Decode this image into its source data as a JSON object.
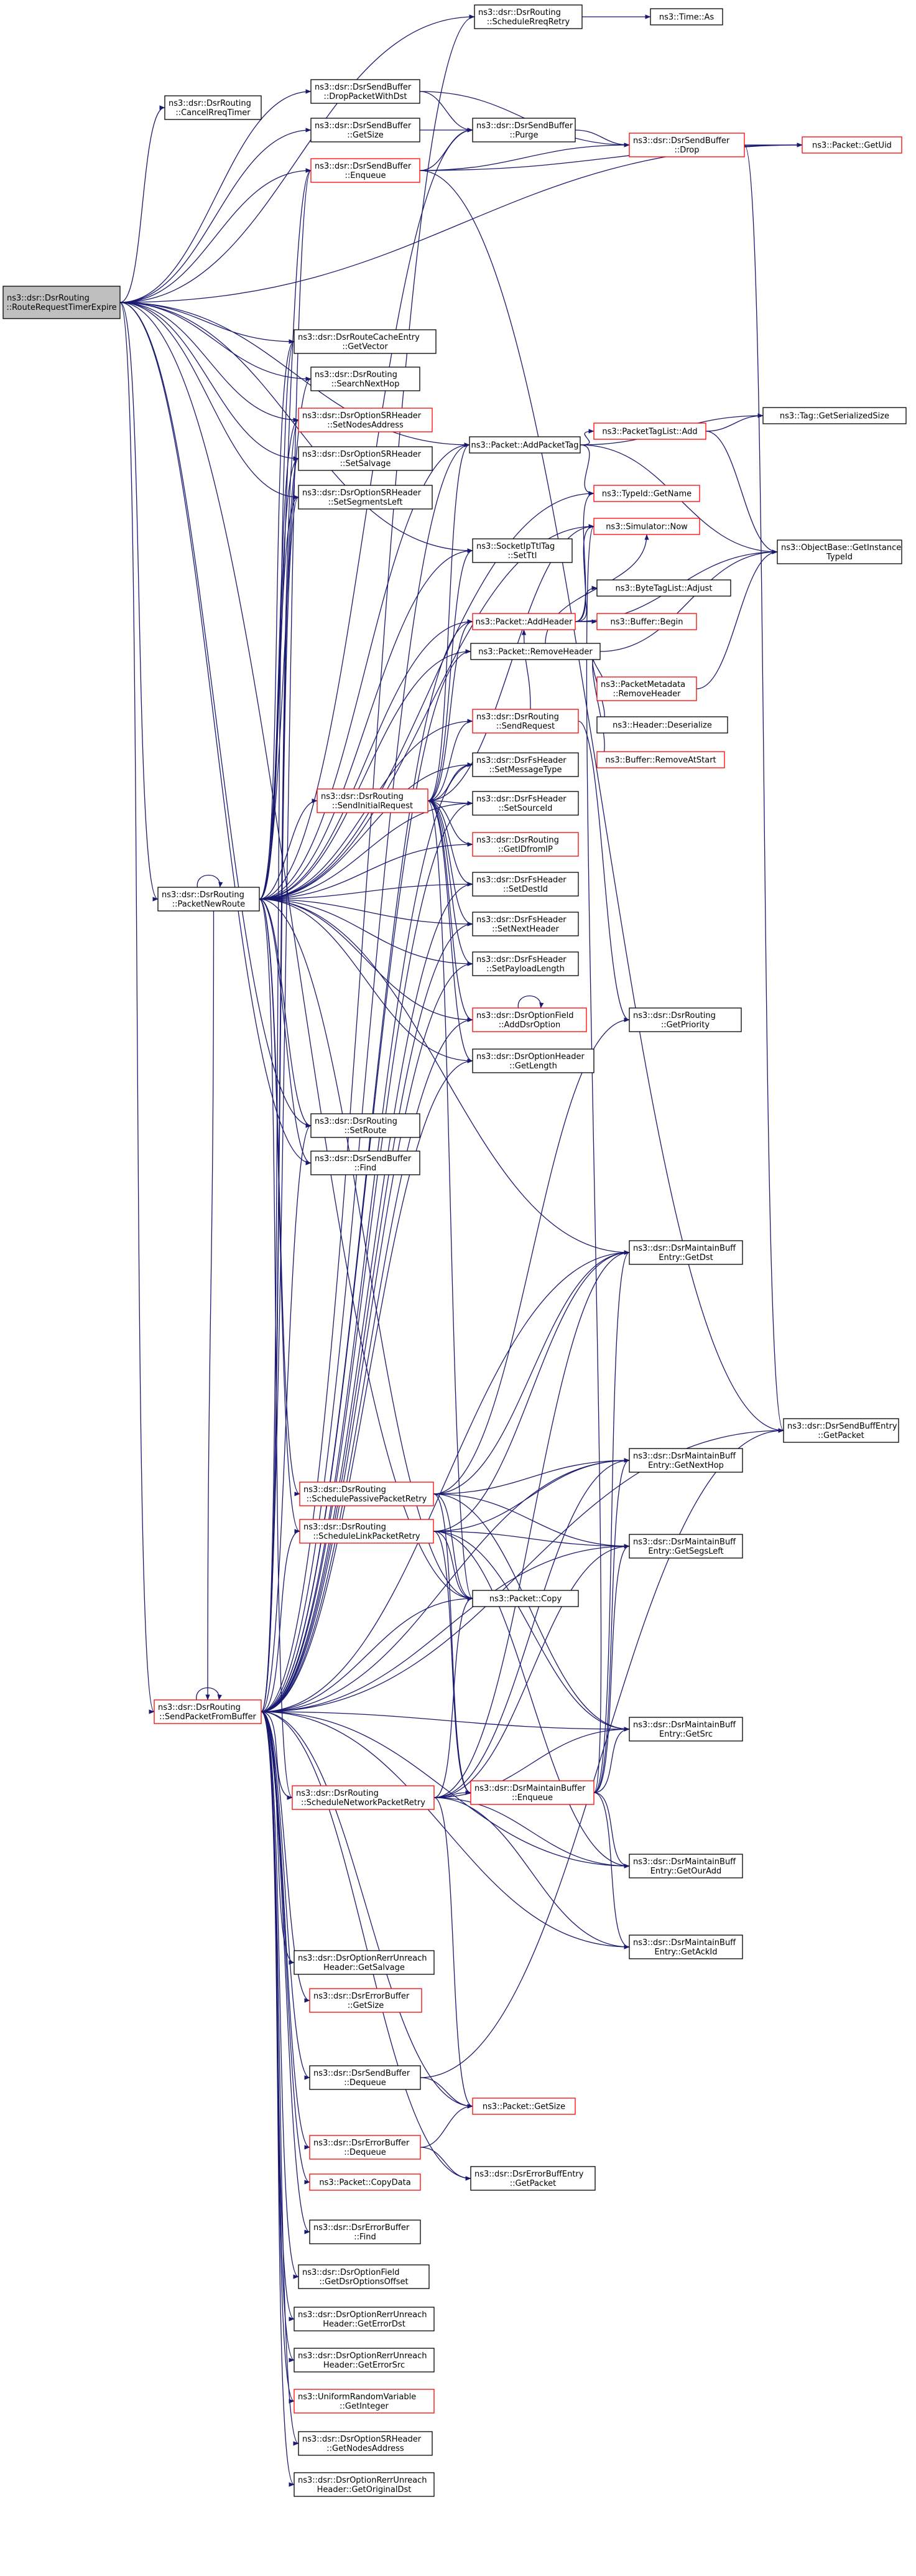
{
  "diagram": {
    "kind": "call-graph",
    "colors": {
      "edge": "#191970",
      "text": "#000000",
      "node_fill": "#ffffff",
      "node_border_complete": "#000000",
      "node_border_truncated": "#ff0000",
      "root_fill": "#bfbfbf",
      "root_border": "#000000"
    },
    "nodes": [
      {
        "id": "root",
        "lines": [
          "ns3::dsr::DsrRouting",
          "::RouteRequestTimerExpire"
        ],
        "style": "root"
      },
      {
        "id": "n1",
        "lines": [
          "ns3::dsr::DsrRouting",
          "::ScheduleRreqRetry"
        ],
        "style": "normal"
      },
      {
        "id": "n2",
        "lines": [
          "ns3::Time::As"
        ],
        "style": "normal"
      },
      {
        "id": "n3",
        "lines": [
          "ns3::dsr::DsrRouting",
          "::CancelRreqTimer"
        ],
        "style": "normal"
      },
      {
        "id": "n4",
        "lines": [
          "ns3::dsr::DsrSendBuffer",
          "::DropPacketWithDst"
        ],
        "style": "normal"
      },
      {
        "id": "n5",
        "lines": [
          "ns3::dsr::DsrSendBuffer",
          "::GetSize"
        ],
        "style": "normal"
      },
      {
        "id": "n6",
        "lines": [
          "ns3::dsr::DsrSendBuffer",
          "::Enqueue"
        ],
        "style": "truncated"
      },
      {
        "id": "n7",
        "lines": [
          "ns3::dsr::DsrSendBuffer",
          "::Purge"
        ],
        "style": "normal"
      },
      {
        "id": "n8",
        "lines": [
          "ns3::dsr::DsrSendBuffer",
          "::Drop"
        ],
        "style": "truncated"
      },
      {
        "id": "n9",
        "lines": [
          "ns3::Packet::GetUid"
        ],
        "style": "truncated"
      },
      {
        "id": "n10",
        "lines": [
          "ns3::dsr::DsrRouteCacheEntry",
          "::GetVector"
        ],
        "style": "normal"
      },
      {
        "id": "n11",
        "lines": [
          "ns3::dsr::DsrRouting",
          "::SearchNextHop"
        ],
        "style": "normal"
      },
      {
        "id": "n12",
        "lines": [
          "ns3::dsr::DsrOptionSRHeader",
          "::SetNodesAddress"
        ],
        "style": "truncated"
      },
      {
        "id": "n13",
        "lines": [
          "ns3::dsr::DsrOptionSRHeader",
          "::SetSalvage"
        ],
        "style": "normal"
      },
      {
        "id": "n14",
        "lines": [
          "ns3::dsr::DsrOptionSRHeader",
          "::SetSegmentsLeft"
        ],
        "style": "normal"
      },
      {
        "id": "n15",
        "lines": [
          "ns3::Packet::AddPacketTag"
        ],
        "style": "normal"
      },
      {
        "id": "n16",
        "lines": [
          "ns3::PacketTagList::Add"
        ],
        "style": "truncated"
      },
      {
        "id": "n17",
        "lines": [
          "ns3::Tag::GetSerializedSize"
        ],
        "style": "normal"
      },
      {
        "id": "n18",
        "lines": [
          "ns3::TypeId::GetName"
        ],
        "style": "truncated"
      },
      {
        "id": "n19",
        "lines": [
          "ns3::Simulator::Now"
        ],
        "style": "truncated"
      },
      {
        "id": "n20",
        "lines": [
          "ns3::ObjectBase::GetInstance",
          "TypeId"
        ],
        "style": "normal"
      },
      {
        "id": "n21",
        "lines": [
          "ns3::SocketIpTtlTag",
          "::SetTtl"
        ],
        "style": "normal"
      },
      {
        "id": "n22",
        "lines": [
          "ns3::ByteTagList::Adjust"
        ],
        "style": "normal"
      },
      {
        "id": "n23",
        "lines": [
          "ns3::Packet::AddHeader"
        ],
        "style": "truncated"
      },
      {
        "id": "n24",
        "lines": [
          "ns3::Buffer::Begin"
        ],
        "style": "truncated"
      },
      {
        "id": "n25",
        "lines": [
          "ns3::Packet::RemoveHeader"
        ],
        "style": "normal"
      },
      {
        "id": "n26",
        "lines": [
          "ns3::PacketMetadata",
          "::RemoveHeader"
        ],
        "style": "truncated"
      },
      {
        "id": "n27",
        "lines": [
          "ns3::dsr::DsrRouting",
          "::SendRequest"
        ],
        "style": "truncated"
      },
      {
        "id": "n28",
        "lines": [
          "ns3::Header::Deserialize"
        ],
        "style": "normal"
      },
      {
        "id": "n29",
        "lines": [
          "ns3::Buffer::RemoveAtStart"
        ],
        "style": "truncated"
      },
      {
        "id": "n30",
        "lines": [
          "ns3::dsr::DsrFsHeader",
          "::SetMessageType"
        ],
        "style": "normal"
      },
      {
        "id": "n31",
        "lines": [
          "ns3::dsr::DsrRouting",
          "::SendInitialRequest"
        ],
        "style": "truncated"
      },
      {
        "id": "n32",
        "lines": [
          "ns3::dsr::DsrFsHeader",
          "::SetSourceId"
        ],
        "style": "normal"
      },
      {
        "id": "n33",
        "lines": [
          "ns3::dsr::DsrRouting",
          "::GetIDfromIP"
        ],
        "style": "truncated"
      },
      {
        "id": "n34",
        "lines": [
          "ns3::dsr::DsrRouting",
          "::PacketNewRoute"
        ],
        "style": "normal"
      },
      {
        "id": "n35",
        "lines": [
          "ns3::dsr::DsrFsHeader",
          "::SetDestId"
        ],
        "style": "normal"
      },
      {
        "id": "n36",
        "lines": [
          "ns3::dsr::DsrFsHeader",
          "::SetNextHeader"
        ],
        "style": "normal"
      },
      {
        "id": "n37",
        "lines": [
          "ns3::dsr::DsrFsHeader",
          "::SetPayloadLength"
        ],
        "style": "normal"
      },
      {
        "id": "n38",
        "lines": [
          "ns3::dsr::DsrOptionField",
          "::AddDsrOption"
        ],
        "style": "truncated"
      },
      {
        "id": "n39",
        "lines": [
          "ns3::dsr::DsrRouting",
          "::GetPriority"
        ],
        "style": "normal"
      },
      {
        "id": "n40",
        "lines": [
          "ns3::dsr::DsrOptionHeader",
          "::GetLength"
        ],
        "style": "normal"
      },
      {
        "id": "n41",
        "lines": [
          "ns3::dsr::DsrRouting",
          "::SetRoute"
        ],
        "style": "normal"
      },
      {
        "id": "n42",
        "lines": [
          "ns3::dsr::DsrSendBuffer",
          "::Find"
        ],
        "style": "normal"
      },
      {
        "id": "n43",
        "lines": [
          "ns3::dsr::DsrMaintainBuff",
          "Entry::GetDst"
        ],
        "style": "normal"
      },
      {
        "id": "n44",
        "lines": [
          "ns3::dsr::DsrSendBuffEntry",
          "::GetPacket"
        ],
        "style": "normal"
      },
      {
        "id": "n45",
        "lines": [
          "ns3::dsr::DsrRouting",
          "::SchedulePassivePacketRetry"
        ],
        "style": "truncated"
      },
      {
        "id": "n46",
        "lines": [
          "ns3::dsr::DsrMaintainBuff",
          "Entry::GetNextHop"
        ],
        "style": "normal"
      },
      {
        "id": "n47",
        "lines": [
          "ns3::dsr::DsrRouting",
          "::ScheduleLinkPacketRetry"
        ],
        "style": "truncated"
      },
      {
        "id": "n48",
        "lines": [
          "ns3::dsr::DsrMaintainBuff",
          "Entry::GetSegsLeft"
        ],
        "style": "normal"
      },
      {
        "id": "n49",
        "lines": [
          "ns3::Packet::Copy"
        ],
        "style": "normal"
      },
      {
        "id": "n50",
        "lines": [
          "ns3::dsr::DsrRouting",
          "::SendPacketFromBuffer"
        ],
        "style": "truncated"
      },
      {
        "id": "n51",
        "lines": [
          "ns3::dsr::DsrMaintainBuff",
          "Entry::GetSrc"
        ],
        "style": "normal"
      },
      {
        "id": "n52",
        "lines": [
          "ns3::dsr::DsrRouting",
          "::ScheduleNetworkPacketRetry"
        ],
        "style": "truncated"
      },
      {
        "id": "n53",
        "lines": [
          "ns3::dsr::DsrMaintainBuffer",
          "::Enqueue"
        ],
        "style": "truncated"
      },
      {
        "id": "n54",
        "lines": [
          "ns3::dsr::DsrMaintainBuff",
          "Entry::GetOurAdd"
        ],
        "style": "normal"
      },
      {
        "id": "n55",
        "lines": [
          "ns3::dsr::DsrMaintainBuff",
          "Entry::GetAckId"
        ],
        "style": "normal"
      },
      {
        "id": "n56",
        "lines": [
          "ns3::dsr::DsrOptionRerrUnreach",
          "Header::GetSalvage"
        ],
        "style": "normal"
      },
      {
        "id": "n57",
        "lines": [
          "ns3::dsr::DsrErrorBuffer",
          "::GetSize"
        ],
        "style": "truncated"
      },
      {
        "id": "n58",
        "lines": [
          "ns3::dsr::DsrSendBuffer",
          "::Dequeue"
        ],
        "style": "normal"
      },
      {
        "id": "n59",
        "lines": [
          "ns3::Packet::GetSize"
        ],
        "style": "truncated"
      },
      {
        "id": "n60",
        "lines": [
          "ns3::dsr::DsrErrorBuffer",
          "::Dequeue"
        ],
        "style": "truncated"
      },
      {
        "id": "n61",
        "lines": [
          "ns3::dsr::DsrErrorBuffEntry",
          "::GetPacket"
        ],
        "style": "normal"
      },
      {
        "id": "n62",
        "lines": [
          "ns3::Packet::CopyData"
        ],
        "style": "truncated"
      },
      {
        "id": "n63",
        "lines": [
          "ns3::dsr::DsrErrorBuffer",
          "::Find"
        ],
        "style": "normal"
      },
      {
        "id": "n64",
        "lines": [
          "ns3::dsr::DsrOptionField",
          "::GetDsrOptionsOffset"
        ],
        "style": "normal"
      },
      {
        "id": "n65",
        "lines": [
          "ns3::dsr::DsrOptionRerrUnreach",
          "Header::GetErrorDst"
        ],
        "style": "normal"
      },
      {
        "id": "n66",
        "lines": [
          "ns3::dsr::DsrOptionRerrUnreach",
          "Header::GetErrorSrc"
        ],
        "style": "normal"
      },
      {
        "id": "n67",
        "lines": [
          "ns3::UniformRandomVariable",
          "::GetInteger"
        ],
        "style": "truncated"
      },
      {
        "id": "n68",
        "lines": [
          "ns3::dsr::DsrOptionSRHeader",
          "::GetNodesAddress"
        ],
        "style": "normal"
      },
      {
        "id": "n69",
        "lines": [
          "ns3::dsr::DsrOptionRerrUnreach",
          "Header::GetOriginalDst"
        ],
        "style": "normal"
      }
    ],
    "edges": [
      [
        "root",
        "n1"
      ],
      [
        "root",
        "n3"
      ],
      [
        "root",
        "n4"
      ],
      [
        "root",
        "n5"
      ],
      [
        "root",
        "n6"
      ],
      [
        "root",
        "n10"
      ],
      [
        "root",
        "n11"
      ],
      [
        "root",
        "n12"
      ],
      [
        "root",
        "n13"
      ],
      [
        "root",
        "n14"
      ],
      [
        "root",
        "n15"
      ],
      [
        "root",
        "n21"
      ],
      [
        "root",
        "n34"
      ],
      [
        "root",
        "n41"
      ],
      [
        "root",
        "n42"
      ],
      [
        "root",
        "n49"
      ],
      [
        "root",
        "n50"
      ],
      [
        "root",
        "n9"
      ],
      [
        "n1",
        "n2"
      ],
      [
        "n4",
        "n7"
      ],
      [
        "n4",
        "n8"
      ],
      [
        "n5",
        "n7"
      ],
      [
        "n6",
        "n7"
      ],
      [
        "n6",
        "n8"
      ],
      [
        "n6",
        "n9"
      ],
      [
        "n6",
        "n44"
      ],
      [
        "n7",
        "n8"
      ],
      [
        "n8",
        "n9"
      ],
      [
        "n8",
        "n44"
      ],
      [
        "n15",
        "n16"
      ],
      [
        "n15",
        "n17"
      ],
      [
        "n15",
        "n18"
      ],
      [
        "n15",
        "n20"
      ],
      [
        "n16",
        "n17"
      ],
      [
        "n16",
        "n20"
      ],
      [
        "n23",
        "n18"
      ],
      [
        "n23",
        "n19"
      ],
      [
        "n23",
        "n20"
      ],
      [
        "n23",
        "n22"
      ],
      [
        "n23",
        "n24"
      ],
      [
        "n25",
        "n26"
      ],
      [
        "n25",
        "n28"
      ],
      [
        "n25",
        "n29"
      ],
      [
        "n25",
        "n20"
      ],
      [
        "n25",
        "n19"
      ],
      [
        "n26",
        "n20"
      ],
      [
        "n27",
        "n31"
      ],
      [
        "n27",
        "n39"
      ],
      [
        "n27",
        "n23"
      ],
      [
        "n31",
        "n15"
      ],
      [
        "n31",
        "n19"
      ],
      [
        "n31",
        "n23"
      ],
      [
        "n31",
        "n30"
      ],
      [
        "n31",
        "n32"
      ],
      [
        "n31",
        "n33"
      ],
      [
        "n31",
        "n35"
      ],
      [
        "n31",
        "n36"
      ],
      [
        "n31",
        "n37"
      ],
      [
        "n31",
        "n38"
      ],
      [
        "n31",
        "n40"
      ],
      [
        "n31",
        "n49"
      ],
      [
        "n31",
        "n21"
      ],
      [
        "n38",
        "n38"
      ],
      [
        "n34",
        "n34"
      ],
      [
        "n34",
        "n6"
      ],
      [
        "n34",
        "n7"
      ],
      [
        "n34",
        "n10"
      ],
      [
        "n34",
        "n11"
      ],
      [
        "n34",
        "n12"
      ],
      [
        "n34",
        "n13"
      ],
      [
        "n34",
        "n14"
      ],
      [
        "n34",
        "n15"
      ],
      [
        "n34",
        "n18"
      ],
      [
        "n34",
        "n19"
      ],
      [
        "n34",
        "n21"
      ],
      [
        "n34",
        "n23"
      ],
      [
        "n34",
        "n25"
      ],
      [
        "n34",
        "n27"
      ],
      [
        "n34",
        "n30"
      ],
      [
        "n34",
        "n31"
      ],
      [
        "n34",
        "n32"
      ],
      [
        "n34",
        "n33"
      ],
      [
        "n34",
        "n35"
      ],
      [
        "n34",
        "n36"
      ],
      [
        "n34",
        "n37"
      ],
      [
        "n34",
        "n38"
      ],
      [
        "n34",
        "n40"
      ],
      [
        "n34",
        "n41"
      ],
      [
        "n34",
        "n42"
      ],
      [
        "n34",
        "n43"
      ],
      [
        "n34",
        "n45"
      ],
      [
        "n34",
        "n47"
      ],
      [
        "n34",
        "n49"
      ],
      [
        "n34",
        "n50"
      ],
      [
        "n34",
        "n52"
      ],
      [
        "n45",
        "n39"
      ],
      [
        "n45",
        "n43"
      ],
      [
        "n45",
        "n46"
      ],
      [
        "n45",
        "n48"
      ],
      [
        "n45",
        "n49"
      ],
      [
        "n45",
        "n51"
      ],
      [
        "n45",
        "n53"
      ],
      [
        "n47",
        "n43"
      ],
      [
        "n47",
        "n46"
      ],
      [
        "n47",
        "n48"
      ],
      [
        "n47",
        "n49"
      ],
      [
        "n47",
        "n51"
      ],
      [
        "n47",
        "n54"
      ],
      [
        "n47",
        "n53"
      ],
      [
        "n52",
        "n43"
      ],
      [
        "n52",
        "n46"
      ],
      [
        "n52",
        "n48"
      ],
      [
        "n52",
        "n49"
      ],
      [
        "n52",
        "n51"
      ],
      [
        "n52",
        "n53"
      ],
      [
        "n52",
        "n54"
      ],
      [
        "n52",
        "n55"
      ],
      [
        "n52",
        "n59"
      ],
      [
        "n53",
        "n43"
      ],
      [
        "n53",
        "n46"
      ],
      [
        "n53",
        "n48"
      ],
      [
        "n53",
        "n51"
      ],
      [
        "n53",
        "n54"
      ],
      [
        "n53",
        "n55"
      ],
      [
        "n53",
        "n19"
      ],
      [
        "n50",
        "n50"
      ],
      [
        "n50",
        "n6"
      ],
      [
        "n50",
        "n10"
      ],
      [
        "n50",
        "n12"
      ],
      [
        "n50",
        "n13"
      ],
      [
        "n50",
        "n14"
      ],
      [
        "n50",
        "n15"
      ],
      [
        "n50",
        "n23"
      ],
      [
        "n50",
        "n25"
      ],
      [
        "n50",
        "n30"
      ],
      [
        "n50",
        "n32"
      ],
      [
        "n50",
        "n35"
      ],
      [
        "n50",
        "n36"
      ],
      [
        "n50",
        "n37"
      ],
      [
        "n50",
        "n38"
      ],
      [
        "n50",
        "n40"
      ],
      [
        "n50",
        "n41"
      ],
      [
        "n50",
        "n43"
      ],
      [
        "n50",
        "n44"
      ],
      [
        "n50",
        "n46"
      ],
      [
        "n50",
        "n47"
      ],
      [
        "n50",
        "n48"
      ],
      [
        "n50",
        "n49"
      ],
      [
        "n50",
        "n51"
      ],
      [
        "n50",
        "n52"
      ],
      [
        "n50",
        "n54"
      ],
      [
        "n50",
        "n55"
      ],
      [
        "n50",
        "n56"
      ],
      [
        "n50",
        "n57"
      ],
      [
        "n50",
        "n58"
      ],
      [
        "n50",
        "n59"
      ],
      [
        "n50",
        "n60"
      ],
      [
        "n50",
        "n61"
      ],
      [
        "n50",
        "n62"
      ],
      [
        "n50",
        "n63"
      ],
      [
        "n50",
        "n64"
      ],
      [
        "n50",
        "n65"
      ],
      [
        "n50",
        "n66"
      ],
      [
        "n50",
        "n67"
      ],
      [
        "n50",
        "n68"
      ],
      [
        "n50",
        "n69"
      ],
      [
        "n50",
        "n1"
      ],
      [
        "n58",
        "n44"
      ],
      [
        "n58",
        "n59"
      ],
      [
        "n60",
        "n59"
      ],
      [
        "n60",
        "n61"
      ]
    ]
  }
}
